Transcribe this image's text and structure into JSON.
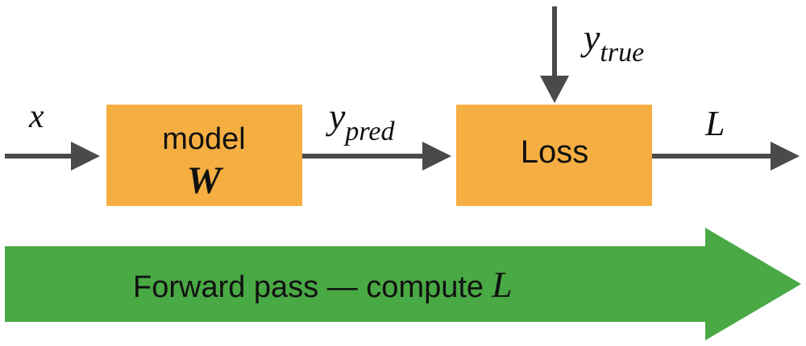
{
  "diagram": {
    "input_label": "x",
    "model_box": {
      "line1": "model",
      "line2": "W"
    },
    "pred_label": {
      "base": "y",
      "sub": "pred"
    },
    "true_label": {
      "base": "y",
      "sub": "true"
    },
    "loss_box": {
      "label": "Loss"
    },
    "output_label": "L",
    "banner": {
      "text": "Forward pass — compute",
      "math": "L"
    }
  },
  "colors": {
    "box_fill": "#f5ae42",
    "arrow": "#4a4a4a",
    "banner_fill": "#49a944",
    "text": "#111111"
  }
}
